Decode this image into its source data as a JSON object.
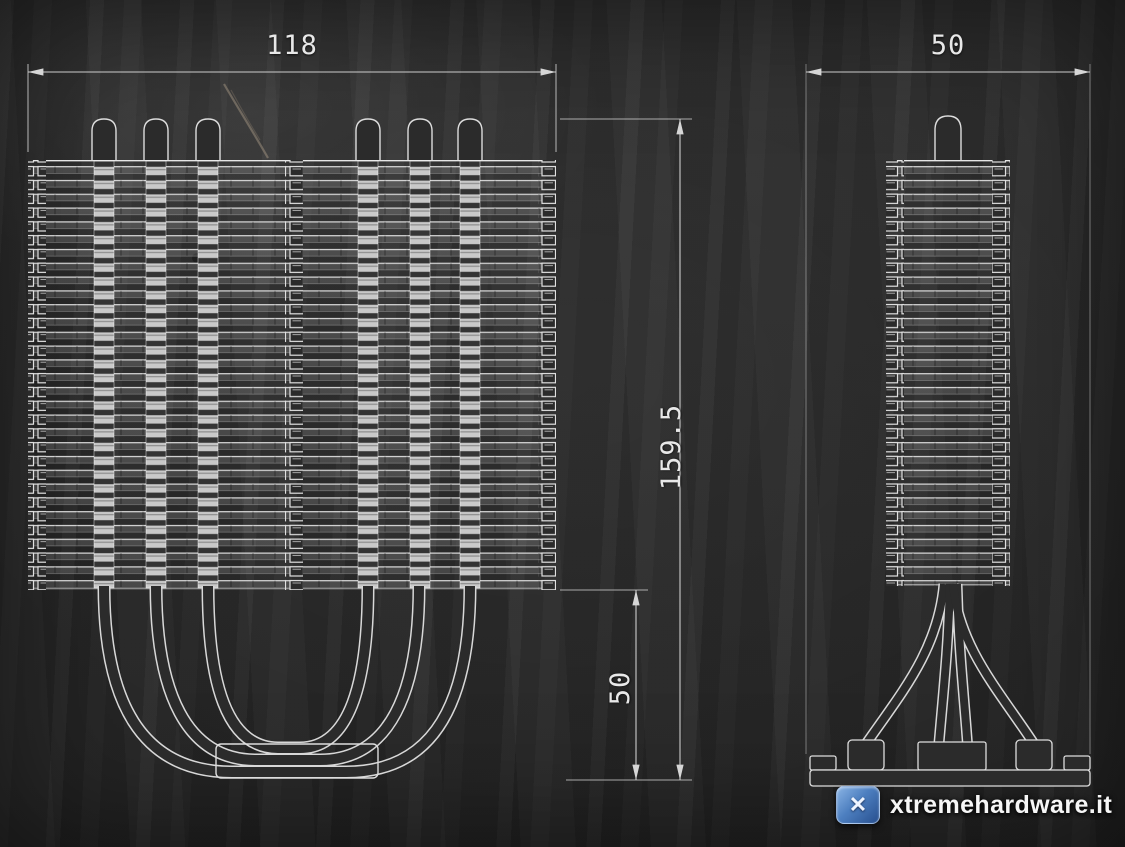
{
  "drawing": {
    "front_view": {
      "width_label": "118",
      "height_label": "159.5",
      "base_height_label": "50"
    },
    "side_view": {
      "depth_label": "50"
    }
  },
  "watermark": {
    "text": "xtremehardware.it",
    "logo_glyph": "✕"
  },
  "colors": {
    "background": "#2a2a2a",
    "drawing_line": "#dcdcdc",
    "dimension_line": "#cccccc",
    "watermark_blue": "#4d7fc0"
  }
}
